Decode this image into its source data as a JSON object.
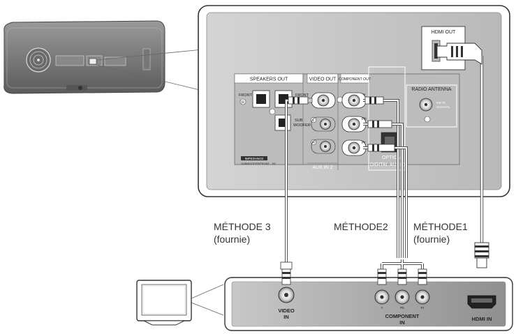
{
  "panel": {
    "speakers_out": "SPEAKERS OUT",
    "front_label_left": "FRONT",
    "front_label_right": "FRONT",
    "sub_woofer_line1": "SUB",
    "sub_woofer_line2": "WOOFER",
    "impedance_badge": "IMPEDANCE",
    "impedance_value": "SUBWOOFER/FRONT : 3Ω",
    "video_out": "VIDEO OUT",
    "aux_in": "AUX IN 2",
    "component_out": "COMPONENT OUT",
    "comp_y": "Y",
    "comp_pb": "Pb",
    "comp_pr": "Pr",
    "optical_line1": "OPTICAL",
    "optical_line2": "DIGITAL AUDIO",
    "radio_antenna": "RADIO ANTENNA",
    "fm_line1": "FM 75",
    "fm_line2": "COAXIAL",
    "hdmi_out": "HDMI OUT",
    "marker_r": "R",
    "marker_l": "L"
  },
  "methods": {
    "m3_line1": "MÉTHODE 3",
    "m3_line2": "(fournie)",
    "m2": "MÉTHODE2",
    "m1_line1": "MÉTHODE1",
    "m1_line2": "(fournie)"
  },
  "tv": {
    "video_line1": "VIDEO",
    "video_line2": "IN",
    "component_line1": "COMPONENT",
    "component_line2": "IN",
    "comp_y": "Y",
    "comp_pb": "Pb",
    "comp_pr": "Pr",
    "hdmi": "HDMI IN"
  },
  "colors": {
    "panel_bg": "#c9c9c9",
    "panel_inner": "#b3b3b3",
    "cable": "#ffffff",
    "cable_stroke": "#555555",
    "frame": "#333333"
  }
}
